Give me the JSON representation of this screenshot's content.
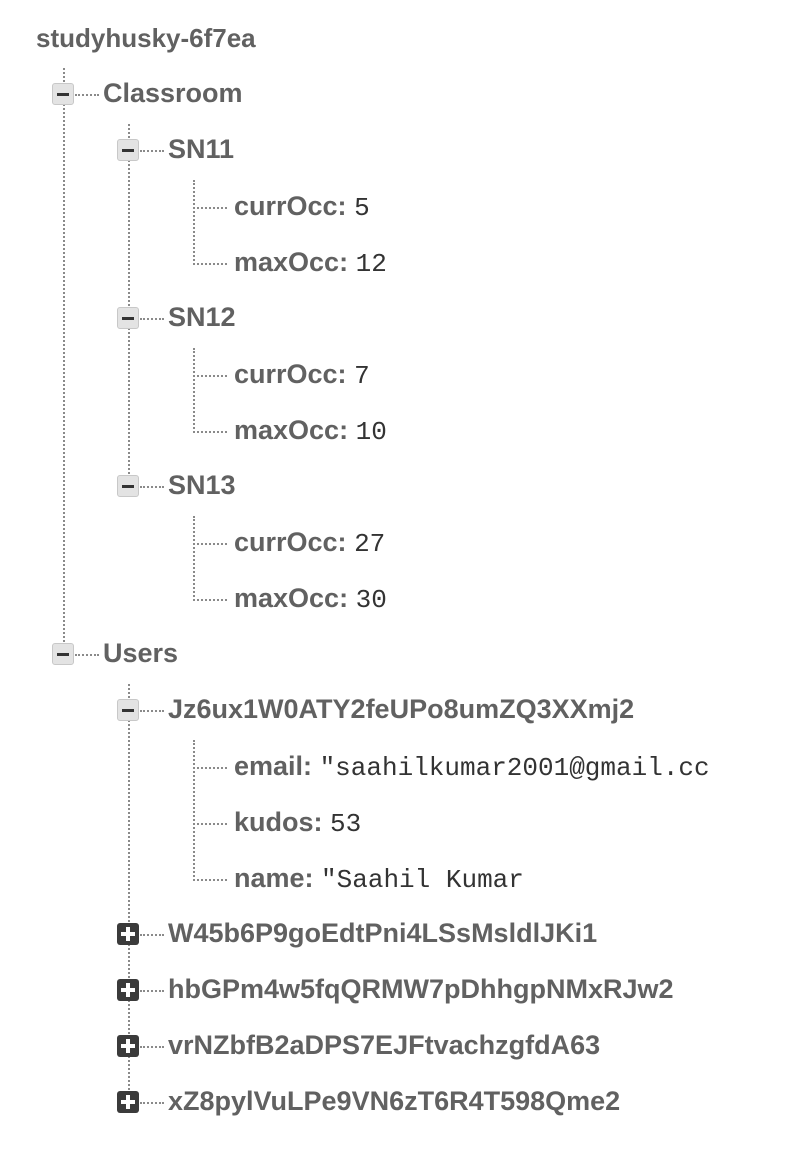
{
  "root": "studyhusky-6f7ea",
  "classroom": {
    "key": "Classroom",
    "rooms": [
      {
        "key": "SN11",
        "fields": [
          {
            "key": "currOcc:",
            "value": "5"
          },
          {
            "key": "maxOcc:",
            "value": "12"
          }
        ]
      },
      {
        "key": "SN12",
        "fields": [
          {
            "key": "currOcc:",
            "value": "7"
          },
          {
            "key": "maxOcc:",
            "value": "10"
          }
        ]
      },
      {
        "key": "SN13",
        "fields": [
          {
            "key": "currOcc:",
            "value": "27"
          },
          {
            "key": "maxOcc:",
            "value": "30"
          }
        ]
      }
    ]
  },
  "users": {
    "key": "Users",
    "expanded": {
      "key": "Jz6ux1W0ATY2feUPo8umZQ3XXmj2",
      "fields": [
        {
          "key": "email:",
          "value": "\"saahilkumar2001@gmail.cc"
        },
        {
          "key": "kudos:",
          "value": "53"
        },
        {
          "key": "name:",
          "value": "\"Saahil Kumar"
        }
      ]
    },
    "collapsed": [
      "W45b6P9goEdtPni4LSsMsldlJKi1",
      "hbGPm4w5fqQRMW7pDhhgpNMxRJw2",
      "vrNZbfB2aDPS7EJFtvachzgfdA63",
      "xZ8pylVuLPe9VN6zT6R4T598Qme2"
    ]
  }
}
